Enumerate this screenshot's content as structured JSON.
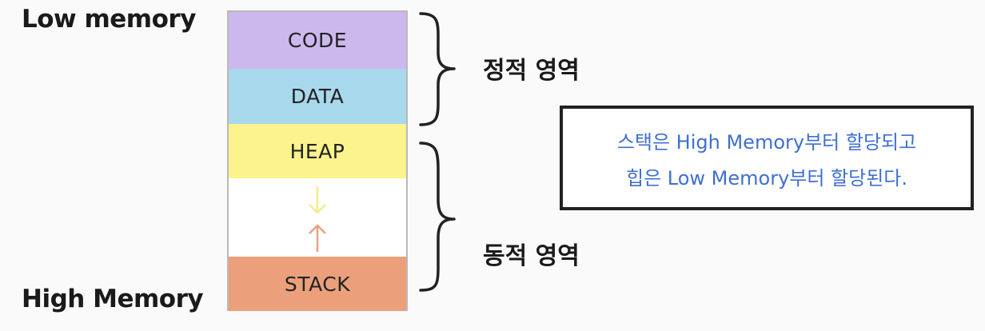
{
  "labels": {
    "low_memory": "Low memory",
    "high_memory": "High Memory"
  },
  "segments": [
    {
      "label": "CODE",
      "color": "#cdb8ee"
    },
    {
      "label": "DATA",
      "color": "#a8d8ec"
    },
    {
      "label": "HEAP",
      "color": "#fbf38c"
    },
    {
      "label": "",
      "color": "#ffffff"
    },
    {
      "label": "STACK",
      "color": "#eba07b"
    }
  ],
  "arrows": {
    "heap_growth": {
      "direction": "down",
      "color": "#f5ed8a"
    },
    "stack_growth": {
      "direction": "up",
      "color": "#e9a282"
    }
  },
  "regions": {
    "static": "정적 영역",
    "dynamic": "동적 영역"
  },
  "note": {
    "line1": "스택은 High Memory부터 할당되고",
    "line2": "힙은 Low Memory부터 할당된다.",
    "color": "#3f6fd1"
  }
}
